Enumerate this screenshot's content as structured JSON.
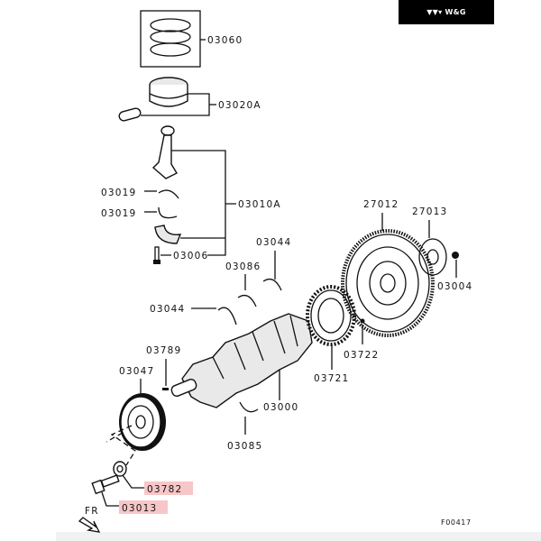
{
  "brand": {
    "logo_icon": "chevron-logo-icon",
    "logo_glyph": "▼▼▾",
    "name": "W&G"
  },
  "diagram": {
    "title_code": "F00417",
    "front_indicator": "FR",
    "highlight_color": "#f7c6c8",
    "parts": [
      {
        "id": "piston-rings",
        "label": "03060"
      },
      {
        "id": "piston-assembly",
        "label": "03020A"
      },
      {
        "id": "connecting-rod-assembly",
        "label": "03010A"
      },
      {
        "id": "rod-bearing-upper",
        "label": "03019"
      },
      {
        "id": "rod-bearing-lower",
        "label": "03019"
      },
      {
        "id": "rod-bolt",
        "label": "03006"
      },
      {
        "id": "main-bearing-upper",
        "label": "03044"
      },
      {
        "id": "main-bearing-lower",
        "label": "03044"
      },
      {
        "id": "thrust-bearing",
        "label": "03086"
      },
      {
        "id": "drive-plate",
        "label": "27012"
      },
      {
        "id": "adapter-plate",
        "label": "27013"
      },
      {
        "id": "bolt-drive-plate",
        "label": "03004"
      },
      {
        "id": "crank-position-ring",
        "label": "03721"
      },
      {
        "id": "ring-pin",
        "label": "03722"
      },
      {
        "id": "key",
        "label": "03789"
      },
      {
        "id": "damper-pulley",
        "label": "03047"
      },
      {
        "id": "crankshaft",
        "label": "03000"
      },
      {
        "id": "lower-bearing",
        "label": "03085"
      },
      {
        "id": "washer",
        "label": "03782",
        "highlighted": true
      },
      {
        "id": "pulley-bolt",
        "label": "03013",
        "highlighted": true
      }
    ]
  }
}
